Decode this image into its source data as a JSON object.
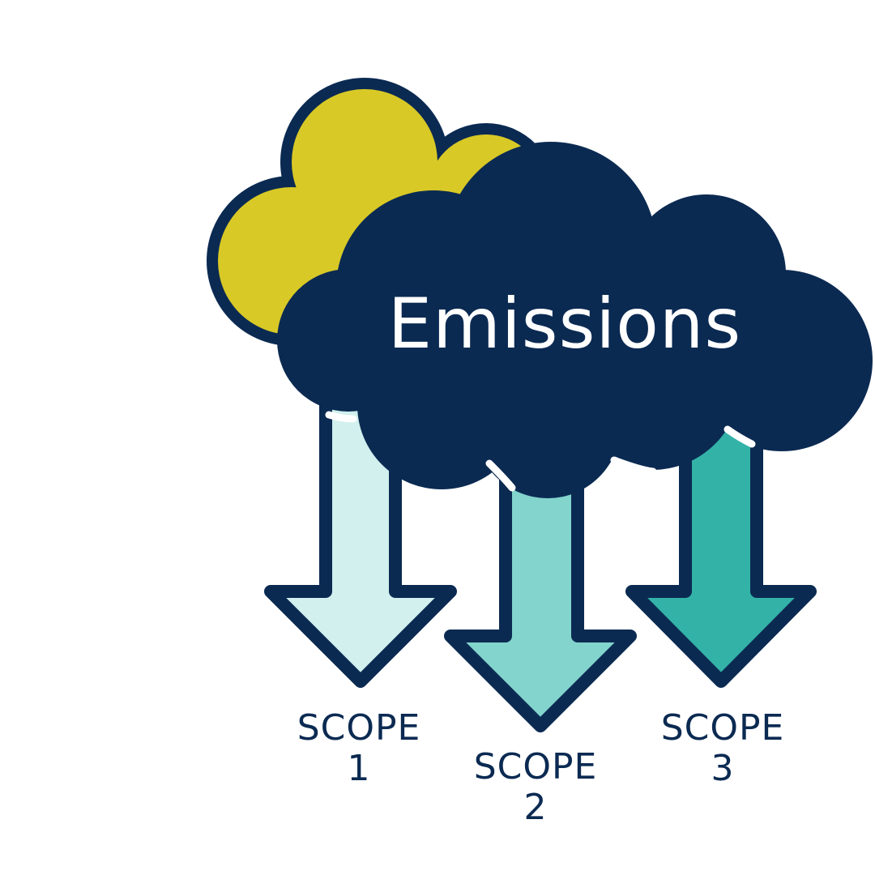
{
  "diagram": {
    "title": "Emissions",
    "colors": {
      "outline": "#0b2a52",
      "cloud_back": "#d8c926",
      "cloud_front": "#0b2a52",
      "title_text": "#ffffff",
      "scope_1": "#d1f0ee",
      "scope_2": "#82d4cc",
      "scope_3": "#33b2a8",
      "label_text": "#0b2a52"
    },
    "scopes": [
      {
        "word": "SCOPE",
        "number": "1"
      },
      {
        "word": "SCOPE",
        "number": "2"
      },
      {
        "word": "SCOPE",
        "number": "3"
      }
    ]
  }
}
